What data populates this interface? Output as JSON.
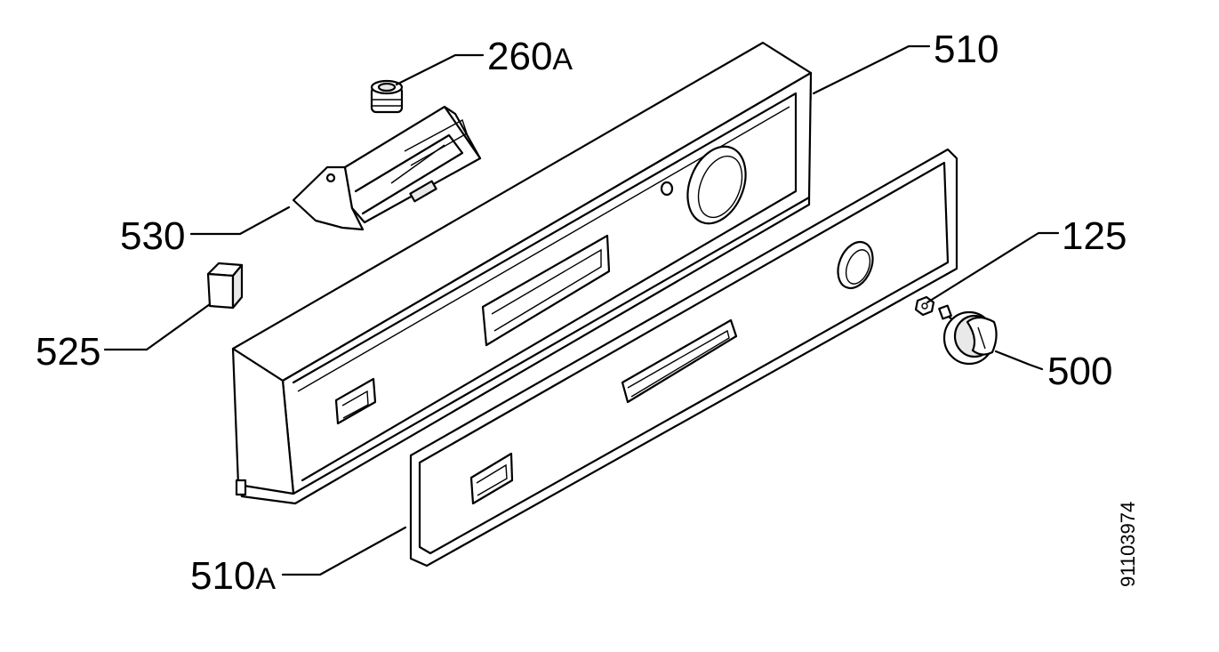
{
  "diagram": {
    "parts": [
      {
        "id": "part-260a",
        "number": "260",
        "suffix": "A"
      },
      {
        "id": "part-510",
        "number": "510",
        "suffix": ""
      },
      {
        "id": "part-530",
        "number": "530",
        "suffix": ""
      },
      {
        "id": "part-125",
        "number": "125",
        "suffix": ""
      },
      {
        "id": "part-525",
        "number": "525",
        "suffix": ""
      },
      {
        "id": "part-500",
        "number": "500",
        "suffix": ""
      },
      {
        "id": "part-510a",
        "number": "510",
        "suffix": "A"
      }
    ],
    "drawing_code": "91103974"
  }
}
